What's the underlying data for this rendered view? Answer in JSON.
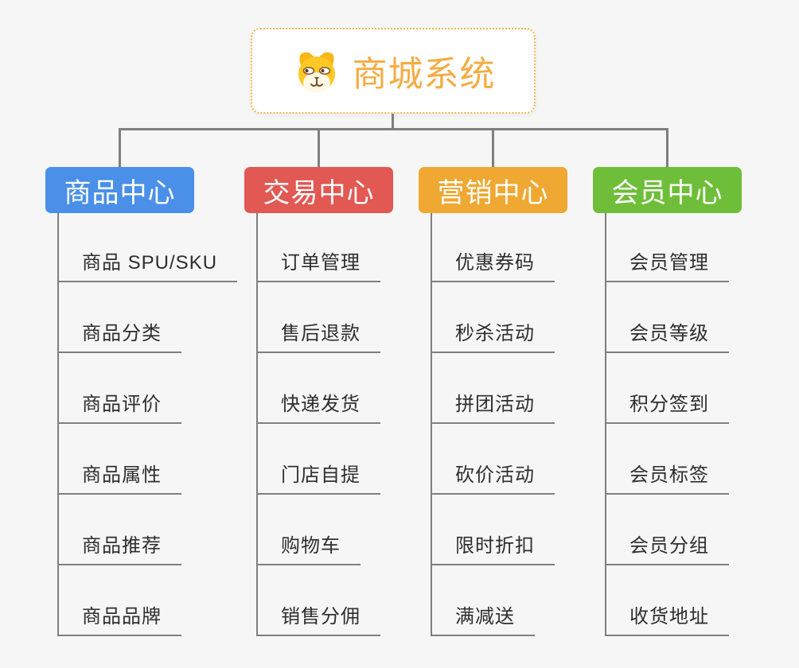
{
  "canvas": {
    "background": "#F6F6F6",
    "connector_color": "#7F7F7F"
  },
  "root": {
    "title": "商城系统",
    "icon": "dog-face-icon",
    "border_color": "#F6B44B",
    "title_color": "#F4AC44"
  },
  "branches": [
    {
      "label": "商品中心",
      "color": "#4A90E8",
      "items": [
        "商品 SPU/SKU",
        "商品分类",
        "商品评价",
        "商品属性",
        "商品推荐",
        "商品品牌"
      ]
    },
    {
      "label": "交易中心",
      "color": "#E25852",
      "items": [
        "订单管理",
        "售后退款",
        "快递发货",
        "门店自提",
        "购物车",
        "销售分佣"
      ]
    },
    {
      "label": "营销中心",
      "color": "#EFA832",
      "items": [
        "优惠券码",
        "秒杀活动",
        "拼团活动",
        "砍价活动",
        "限时折扣",
        "满减送"
      ]
    },
    {
      "label": "会员中心",
      "color": "#6FBE3A",
      "items": [
        "会员管理",
        "会员等级",
        "积分签到",
        "会员标签",
        "会员分组",
        "收货地址"
      ]
    }
  ]
}
